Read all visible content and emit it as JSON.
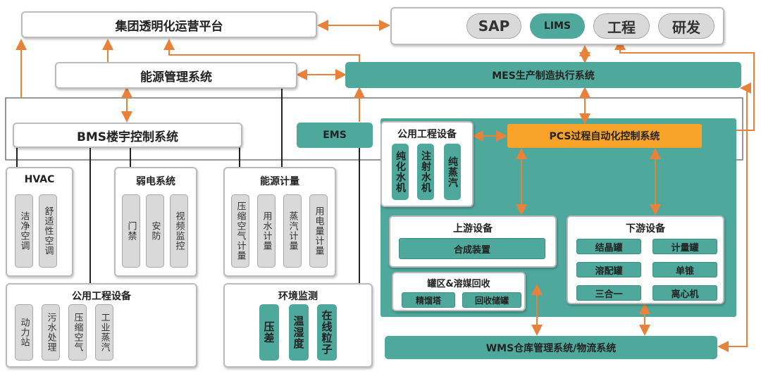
{
  "top": {
    "platform": "集团透明化运营平台",
    "sap": "SAP",
    "lims": "LIMS",
    "engineering": "工程",
    "rnd": "研发"
  },
  "energy_mgmt": "能源管理系统",
  "mes": "MES生产制造执行系统",
  "bms": "BMS楼宇控制系统",
  "ems": "EMS",
  "pcs": "PCS过程自动化控制系统",
  "hvac": {
    "title": "HVAC",
    "items": [
      "洁净空调",
      "舒适性空调"
    ]
  },
  "weak_current": {
    "title": "弱电系统",
    "items": [
      "门禁",
      "安防",
      "视频监控"
    ]
  },
  "energy_meter": {
    "title": "能源计量",
    "items": [
      "压缩空气计量",
      "用水计量",
      "蒸汽计量",
      "用电量计量"
    ]
  },
  "utilities_left": {
    "title": "公用工程设备",
    "items": [
      "动力站",
      "污水处理",
      "压缩空气",
      "工业蒸汽"
    ]
  },
  "env_monitor": {
    "title": "环境监测",
    "items": [
      "压差",
      "温湿度",
      "在线粒子"
    ]
  },
  "utilities_right": {
    "title": "公用工程设备",
    "items": [
      "纯化水机",
      "注射水机",
      "纯蒸汽"
    ]
  },
  "upstream": {
    "title": "上游设备",
    "items": [
      "合成装置"
    ]
  },
  "tank": {
    "title": "罐区&溶媒回收",
    "items": [
      "精馏塔",
      "回收储罐"
    ]
  },
  "downstream": {
    "title": "下游设备",
    "items": [
      "结晶罐",
      "计量罐",
      "溶配罐",
      "单锥",
      "三合一",
      "离心机"
    ]
  },
  "wms": "WMS仓库管理系统/物流系统",
  "colors": {
    "teal": "#4fa89c",
    "orange_arrow": "#e8823a",
    "pcs": "#f7a32a",
    "gray": "#d9d9d9"
  }
}
